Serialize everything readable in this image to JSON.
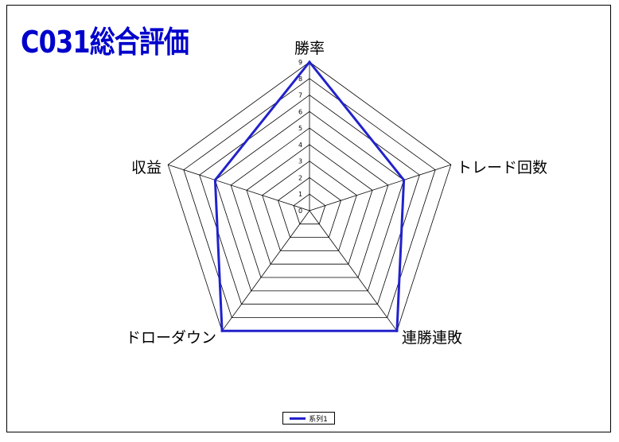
{
  "chart_data": {
    "type": "radar",
    "title": "C031総合評価",
    "categories": [
      "勝率",
      "トレード回数",
      "連勝連敗",
      "ドローダウン",
      "収益"
    ],
    "series": [
      {
        "name": "系列1",
        "values": [
          9,
          6,
          9,
          9,
          6
        ]
      }
    ],
    "rlim": [
      0,
      9
    ],
    "ticks": [
      0,
      1,
      2,
      3,
      4,
      5,
      6,
      7,
      8,
      9
    ],
    "grid": true,
    "legend": "bottom",
    "colors": {
      "title": "#0000cc",
      "series": "#2222cc",
      "grid": "#000000"
    }
  }
}
